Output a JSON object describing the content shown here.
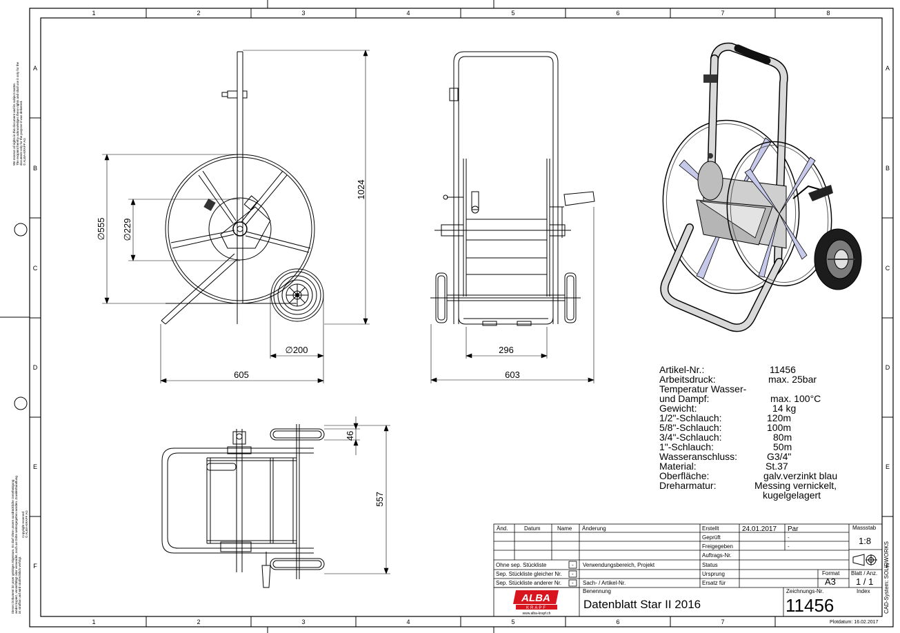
{
  "frame": {
    "columns": [
      "1",
      "2",
      "3",
      "4",
      "5",
      "6",
      "7",
      "8"
    ],
    "rows": [
      "A",
      "B",
      "C",
      "D",
      "E",
      "F"
    ]
  },
  "side_notes": {
    "top_lines": [
      "We reserve all rights in this document and its subject matter.",
      "The recipient hereby acknowledges these rights and shall use it only for the",
      "document only for the purpose it was delivered.",
      "© ALBA-KRAPF AG"
    ],
    "bottom_lines": [
      "Dieses Dokument ist unser geistiges Eigentum. Es darf ohne unsere ausdrückliche Genehmigung",
      "weder kopiert, vervielfältigt oder verwendet, noch an Dritte weitergegeben werden. Zuwiderhandlung",
      "ist strafbar und wird strafrechtlich verfolgt.",
      "Copyright reserved",
      "© ALBA-KRAPF AG"
    ]
  },
  "dimensions": {
    "height": "1024",
    "drum_dia": "555",
    "hub_dia": "229",
    "wheel_dia": "200",
    "side_width": "605",
    "inner_width": "296",
    "front_width": "603",
    "top_offset": "46",
    "top_depth": "557",
    "dia_symbol": "∅"
  },
  "specs": [
    {
      "label": "Artikel-Nr.:",
      "value": "11456"
    },
    {
      "label": "Arbeitsdruck:",
      "value": "max. 25bar"
    },
    {
      "label": "Temperatur Wasser-",
      "value": ""
    },
    {
      "label": "und Dampf:",
      "value": "max. 100°C"
    },
    {
      "label": "Gewicht:",
      "value": "14 kg"
    },
    {
      "label": "1/2\"-Schlauch:",
      "value": "120m"
    },
    {
      "label": "5/8\"-Schlauch:",
      "value": "100m"
    },
    {
      "label": "3/4\"-Schlauch:",
      "value": "80m"
    },
    {
      "label": "1\"-Schlauch:",
      "value": "50m"
    },
    {
      "label": "Wasseranschluss:",
      "value": "G3/4\""
    },
    {
      "label": "Material:",
      "value": "St.37"
    },
    {
      "label": "Oberfläche:",
      "value": "galv.verzinkt blau"
    },
    {
      "label": "Dreharmatur:",
      "value": "Messing vernickelt,"
    },
    {
      "label": "",
      "value": "kugelgelagert"
    }
  ],
  "title_block": {
    "col_and": "Änd.",
    "col_datum": "Datum",
    "col_name": "Name",
    "col_aenderung": "Änderung",
    "erstellt": "Erstellt",
    "erstellt_date": "24.01.2017",
    "erstellt_name": "Par",
    "geprueft": "Geprüft",
    "geprueft_val": "-",
    "freigegeben": "Freigegeben",
    "freigegeben_val": "-",
    "auftrags": "Auftrags-Nr.",
    "status": "Status",
    "ursprung": "Ursprung",
    "ersatz": "Ersatz für",
    "massstab": "Massstab",
    "massstab_val": "1:8",
    "format": "Format",
    "format_val": "A3",
    "blatt": "Blatt / Anz.",
    "blatt_val": "1 / 1",
    "ohne": "Ohne sep. Stückliste",
    "gleicher": "Sep. Stückliste gleicher Nr.",
    "anderer": "Sep. Stückliste anderer Nr.",
    "dash": "-",
    "verwendung": "Verwendungsbereich, Projekt",
    "sach": "Sach- / Artikel-Nr.",
    "benennung": "Benennung",
    "benennung_val": "Datenblatt Star II  2016",
    "zeichnungs": "Zeichnungs-Nr.",
    "zeichnungs_val": "11456",
    "index": "Index",
    "logo_main": "ALBA",
    "logo_sub": "KRAPF",
    "logo_url": "www.alba-krapf.ch",
    "cad": "CAD-System: SOLIDWORKS",
    "plotdatum": "Plotdatum: 16.02.2017"
  }
}
